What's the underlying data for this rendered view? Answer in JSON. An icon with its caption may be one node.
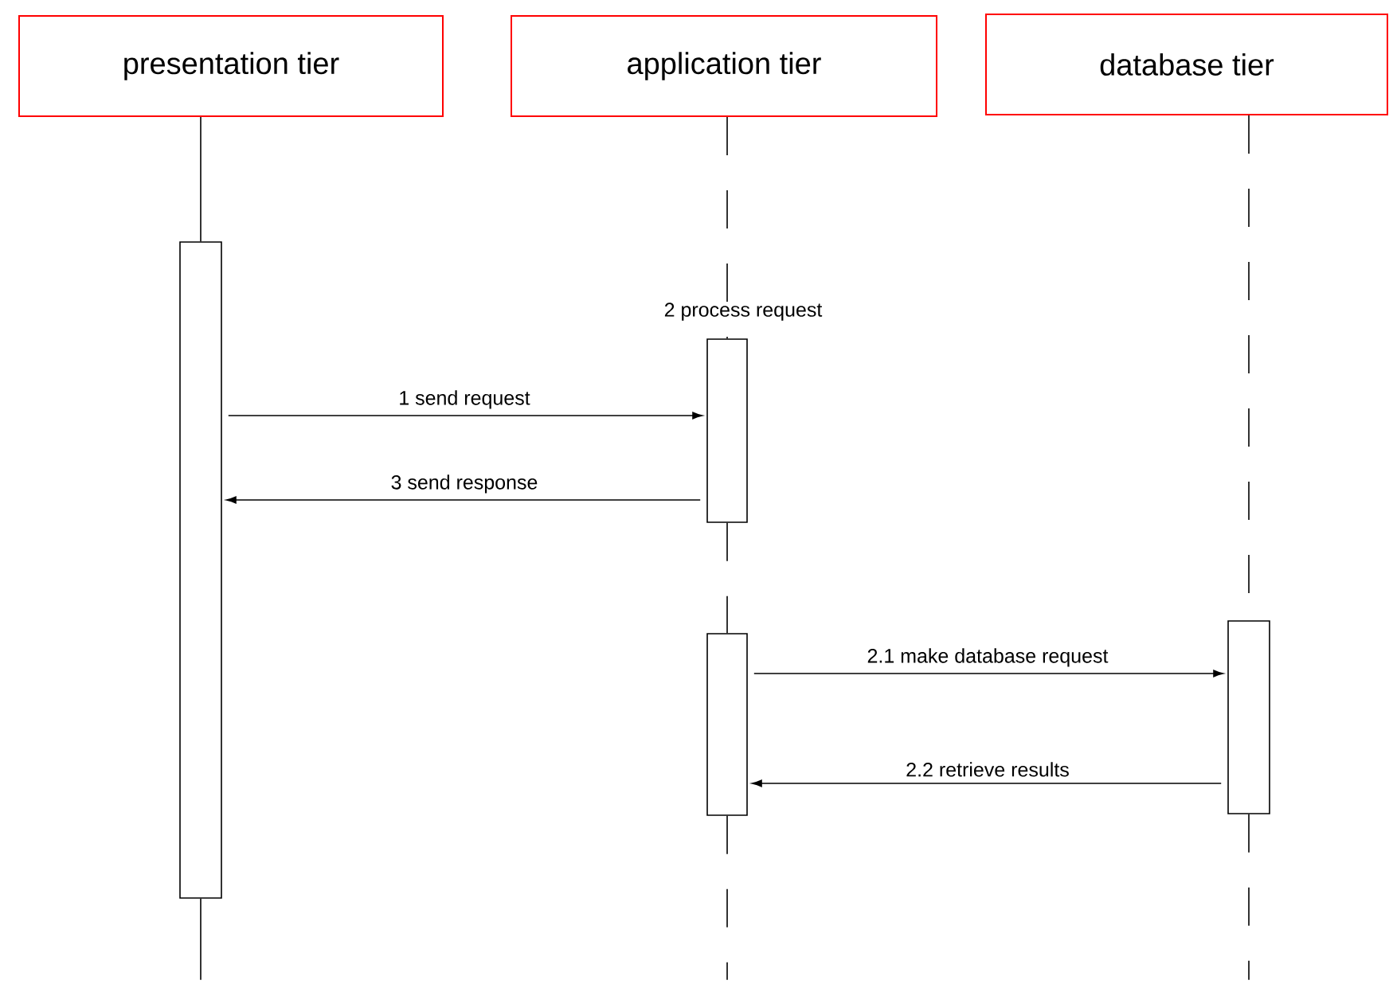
{
  "diagram": {
    "nodes": [
      {
        "text": [
          "presentation tier"
        ]
      },
      {
        "text": [
          "application tier"
        ]
      },
      {
        "text": [
          "database tier"
        ]
      },
      {
        "text": [],
        "shape": "bar"
      },
      {
        "text": [],
        "shape": "bar",
        "beside": [
          "2 process request"
        ]
      },
      {
        "text": [],
        "shape": "bar"
      },
      {
        "text": [],
        "shape": "bar"
      }
    ],
    "edges": [
      {
        "from": 3,
        "to": 4,
        "arrow": "to",
        "label": "1 send request"
      },
      {
        "from": 4,
        "to": 3,
        "arrow": "to",
        "label": "3 send response"
      },
      {
        "from": 5,
        "to": 6,
        "arrow": "to",
        "label": "2.1 make database request"
      },
      {
        "from": 6,
        "to": 5,
        "arrow": "to",
        "label": "2.2 retrieve results"
      },
      {
        "from": 0,
        "to": 3,
        "arrow": "none"
      },
      {
        "from": 1,
        "to": 4,
        "arrow": "none",
        "style": "dashed"
      },
      {
        "from": 4,
        "to": 5,
        "arrow": "none",
        "style": "dashed"
      },
      {
        "from": 2,
        "to": 6,
        "arrow": "none",
        "style": "dashed"
      },
      {
        "from": 3,
        "to": null,
        "arrow": "none"
      },
      {
        "from": 5,
        "to": null,
        "arrow": "none",
        "style": "dashed"
      },
      {
        "from": 6,
        "to": null,
        "arrow": "none",
        "style": "dashed"
      }
    ]
  }
}
